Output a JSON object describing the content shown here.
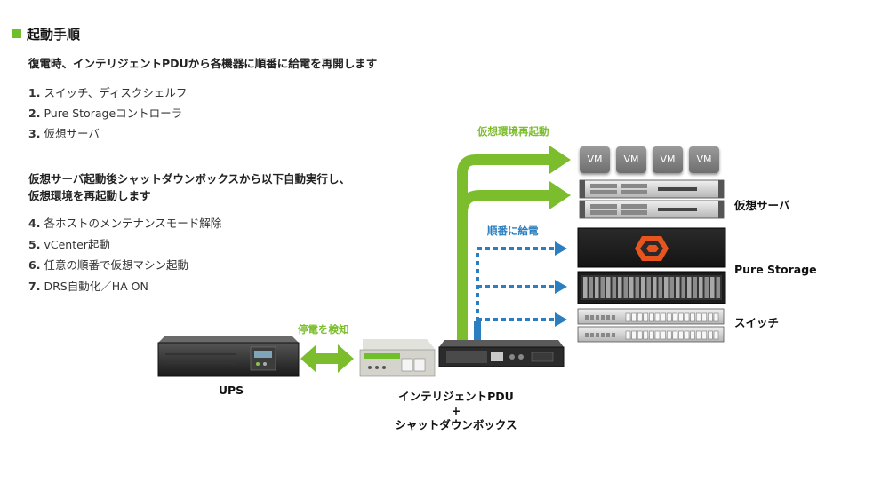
{
  "title": "起動手順",
  "intro": "復電時、インテリジェントPDUから各機器に順番に給電を再開します",
  "steps_a": [
    {
      "num": "1.",
      "text": "スイッチ、ディスクシェルフ"
    },
    {
      "num": "2.",
      "text": "Pure Storageコントローラ"
    },
    {
      "num": "3.",
      "text": "仮想サーバ"
    }
  ],
  "mid_text": [
    "仮想サーバ起動後シャットダウンボックスから以下自動実行し、",
    "仮想環境を再起動します"
  ],
  "steps_b": [
    {
      "num": "4.",
      "text": "各ホストのメンテナンスモード解除"
    },
    {
      "num": "5.",
      "text": "vCenter起動"
    },
    {
      "num": "6.",
      "text": "任意の順番で仮想マシン起動"
    },
    {
      "num": "7.",
      "text": "DRS自動化／HA ON"
    }
  ],
  "diagram": {
    "ups_label": "UPS",
    "pdu_label_lines": [
      "インテリジェントPDU",
      "+",
      "シャットダウンボックス"
    ],
    "detect_label": "停電を検知",
    "restart_label": "仮想環境再起動",
    "power_label": "順番に給電",
    "vm_labels": [
      "VM",
      "VM",
      "VM",
      "VM"
    ],
    "server_label": "仮想サーバ",
    "storage_label": "Pure Storage",
    "switch_label": "スイッチ"
  },
  "colors": {
    "green": "#7cbd2e",
    "blue": "#2b7fc0",
    "accent_square": "#6fbf2a"
  }
}
